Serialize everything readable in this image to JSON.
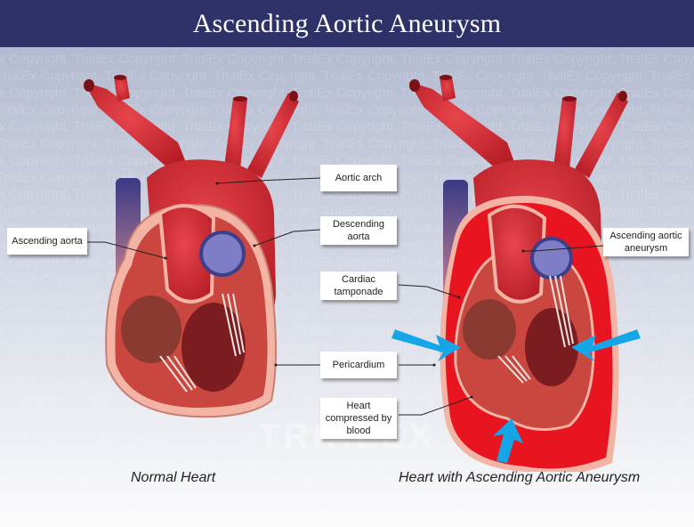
{
  "title": "Ascending Aortic Aneurysm",
  "watermark_text": "TrialEx Copyright. ",
  "logo_watermark": "TRIALEX",
  "colors": {
    "title_bar": "#2e3268",
    "artery_red": "#d42a33",
    "vein_blue": "#3c3f8a",
    "pericardium_pink": "#f3b3a5",
    "tamponade_blood": "#e8141f",
    "arrow_blue": "#15a6e8"
  },
  "labels": {
    "aortic_arch": "Aortic arch",
    "descending_aorta": "Descending aorta",
    "ascending_aorta": "Ascending aorta",
    "cardiac_tamponade": "Cardiac tamponade",
    "pericardium": "Pericardium",
    "heart_compressed": "Heart compressed by blood",
    "ascending_aortic_aneurysm": "Ascending aortic aneurysm"
  },
  "captions": {
    "left": "Normal Heart",
    "right": "Heart with Ascending Aortic Aneurysm"
  }
}
